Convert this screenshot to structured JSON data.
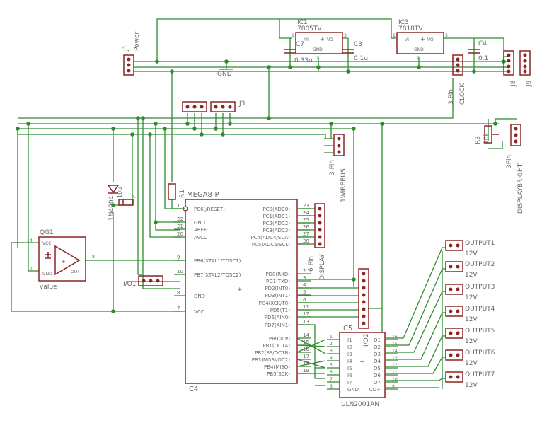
{
  "parts": {
    "j1": {
      "name": "J1",
      "value": "Power"
    },
    "gnd": "GND",
    "ic1": {
      "name": "IC1",
      "value": "7805TV",
      "vi": "VI",
      "vo": "VO",
      "gnd": "GND",
      "p1": "1",
      "p2": "2",
      "p3": "3"
    },
    "ic3": {
      "name": "IC3",
      "value": "7818TV",
      "vi": "VI",
      "vo": "VO",
      "gnd": "GND",
      "p1": "1",
      "p2": "2",
      "p3": "3"
    },
    "c7": {
      "name": "C7",
      "value": "0.33u"
    },
    "c3": {
      "name": "C3",
      "value": "0.1u"
    },
    "c4": {
      "name": "C4",
      "value": "0.1"
    },
    "clock": {
      "name": "CLOCK",
      "value": "3 Pin"
    },
    "j8": {
      "name": "J8"
    },
    "j9": {
      "name": "J9"
    },
    "j3": {
      "name": "J3"
    },
    "r1": {
      "name": "R1"
    },
    "d": {
      "value": "1N4004"
    },
    "cap_f": {
      "name": "F",
      "value": "10u"
    },
    "qg1": {
      "name": "QG1",
      "value": "value",
      "vcc": "VCC",
      "gnd": "GND",
      "out": "OUT",
      "p14": "14",
      "p7": "7",
      "p8": "8"
    },
    "io1": {
      "name": "I/O1"
    },
    "bus": {
      "name": "1WIREBUS",
      "value": "3 Pin"
    },
    "r3": {
      "name": "R3",
      "value": "10k"
    },
    "dispbright": {
      "name": "DISPLAYBRIGHT",
      "value": "3Pin"
    },
    "display": {
      "name": "DISPLAY",
      "value": "6 Pin"
    },
    "io2": {
      "name": "I/O2"
    },
    "ic5": {
      "name": "IC5"
    },
    "ic4": {
      "name": "IC4",
      "value": "MEGA8-P",
      "left_pins": [
        {
          "num": "1",
          "label": "PC6(/RESET)"
        },
        {
          "num": "22",
          "label": "GND"
        },
        {
          "num": "21",
          "label": "AREF"
        },
        {
          "num": "20",
          "label": "AVCC"
        },
        {
          "num": "9",
          "label": "PB6(XTAL1/TOSC1)"
        },
        {
          "num": "10",
          "label": "PB7(XTAL2/TOSC2)"
        },
        {
          "num": "8",
          "label": "GND"
        },
        {
          "num": "7",
          "label": "VCC"
        }
      ],
      "right_pins": [
        {
          "num": "23",
          "label": "PC0(ADC0)"
        },
        {
          "num": "24",
          "label": "PC1(ADC1)"
        },
        {
          "num": "25",
          "label": "PC2(ADC2)"
        },
        {
          "num": "26",
          "label": "PC3(ADC3)"
        },
        {
          "num": "27",
          "label": "PC4(ADC4/SDA)"
        },
        {
          "num": "28",
          "label": "PC5(ADC5/SCL)"
        },
        {
          "num": "2",
          "label": "PD0(RXD)"
        },
        {
          "num": "3",
          "label": "PD1(TXD)"
        },
        {
          "num": "4",
          "label": "PD2(INT0)"
        },
        {
          "num": "5",
          "label": "PD3(INT1)"
        },
        {
          "num": "6",
          "label": "PD4(XCK/T0)"
        },
        {
          "num": "11",
          "label": "PD5(T1)"
        },
        {
          "num": "12",
          "label": "PD6(AIN0)"
        },
        {
          "num": "13",
          "label": "PD7(AIN1)"
        },
        {
          "num": "14",
          "label": "PB0(ICP)"
        },
        {
          "num": "15",
          "label": "PB1(OC1A)"
        },
        {
          "num": "16",
          "label": "PB2(SS/OC1B)"
        },
        {
          "num": "17",
          "label": "PB3(MOSI/OC2)"
        },
        {
          "num": "18",
          "label": "PB4(MISO)"
        },
        {
          "num": "19",
          "label": "PB5(SCK)"
        }
      ]
    },
    "uln": {
      "value": "ULN2001AN",
      "inputs": [
        {
          "num": "1",
          "label": "I1"
        },
        {
          "num": "2",
          "label": "I2"
        },
        {
          "num": "3",
          "label": "I3"
        },
        {
          "num": "4",
          "label": "I4"
        },
        {
          "num": "5",
          "label": "I5"
        },
        {
          "num": "6",
          "label": "I6"
        },
        {
          "num": "7",
          "label": "I7"
        },
        {
          "num": "8",
          "label": "GND"
        }
      ],
      "outputs": [
        {
          "num": "16",
          "label": "O1"
        },
        {
          "num": "15",
          "label": "O2"
        },
        {
          "num": "14",
          "label": "O3"
        },
        {
          "num": "13",
          "label": "O4"
        },
        {
          "num": "12",
          "label": "O5"
        },
        {
          "num": "11",
          "label": "O6"
        },
        {
          "num": "10",
          "label": "O7"
        },
        {
          "num": "9",
          "label": "CD+"
        }
      ]
    },
    "outputs": [
      {
        "name": "OUTPUT1",
        "value": "12V"
      },
      {
        "name": "OUTPUT2",
        "value": "12V"
      },
      {
        "name": "OUTPUT3",
        "value": "12V"
      },
      {
        "name": "OUTPUT4",
        "value": "12V"
      },
      {
        "name": "OUTPUT5",
        "value": "12V"
      },
      {
        "name": "OUTPUT6",
        "value": "12V"
      },
      {
        "name": "OUTPUT7",
        "value": "12V"
      }
    ]
  },
  "colors": {
    "wire": "#2e8b2e",
    "part": "#8b2525",
    "label": "#666666"
  }
}
